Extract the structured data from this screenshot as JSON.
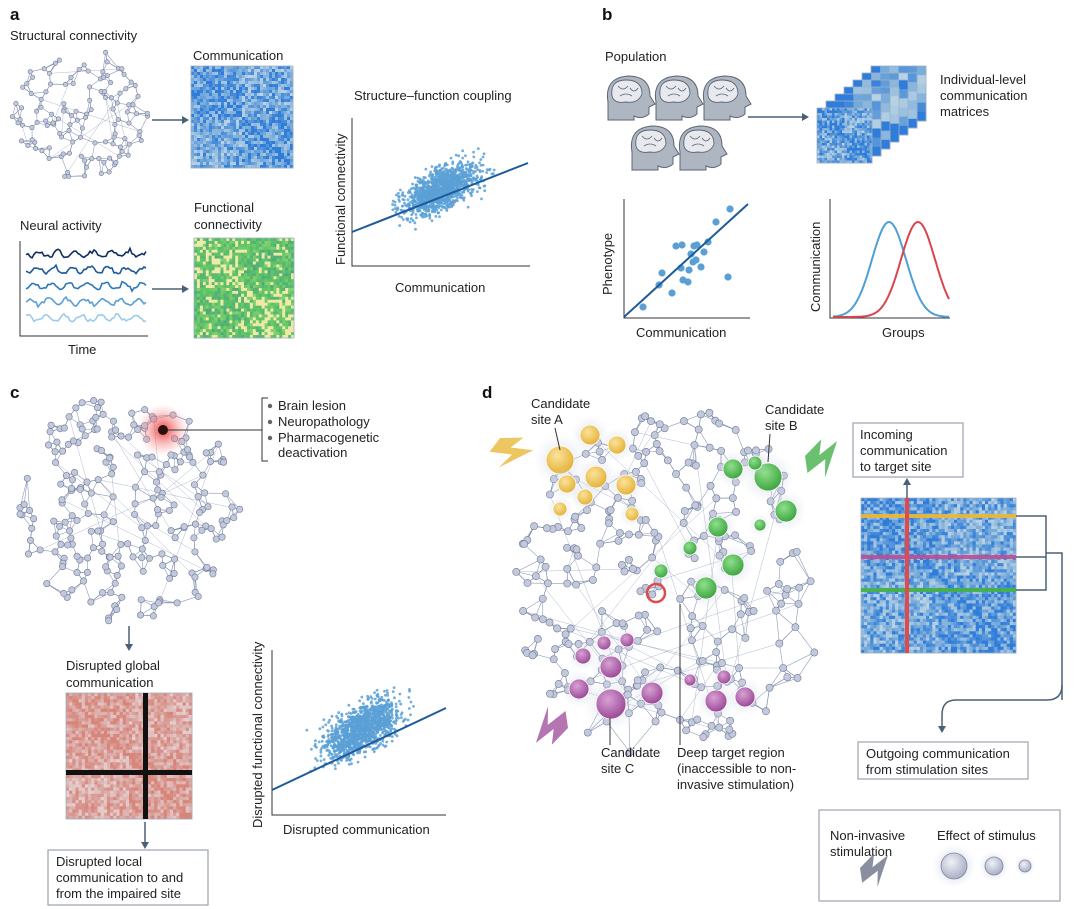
{
  "panels": {
    "a": {
      "label": "a",
      "structural_connectivity": "Structural connectivity",
      "communication": "Communication",
      "neural_activity": "Neural activity",
      "time": "Time",
      "functional_connectivity_line1": "Functional",
      "functional_connectivity_line2": "connectivity",
      "scatter_title": "Structure–function coupling",
      "scatter_xlabel": "Communication",
      "scatter_ylabel": "Functional connectivity"
    },
    "b": {
      "label": "b",
      "population": "Population",
      "individual_line1": "Individual-level",
      "individual_line2": "communication",
      "individual_line3": "matrices",
      "pheno_xlabel": "Communication",
      "pheno_ylabel": "Phenotype",
      "groups_xlabel": "Groups",
      "groups_ylabel": "Communication"
    },
    "c": {
      "label": "c",
      "legend_items": [
        "Brain lesion",
        "Neuropathology",
        "Pharmacogenetic",
        "deactivation"
      ],
      "global_line1": "Disrupted global",
      "global_line2": "communication",
      "local_line1": "Disrupted local",
      "local_line2": "communication to and",
      "local_line3": "from the impaired site",
      "scatter_xlabel": "Disrupted communication",
      "scatter_ylabel": "Disrupted functional connectivity"
    },
    "d": {
      "label": "d",
      "site_a_line1": "Candidate",
      "site_a_line2": "site A",
      "site_b_line1": "Candidate",
      "site_b_line2": "site B",
      "site_c_line1": "Candidate",
      "site_c_line2": "site C",
      "deep_line1": "Deep target region",
      "deep_line2": "(inaccessible to non-",
      "deep_line3": "invasive stimulation)",
      "incoming_line1": "Incoming",
      "incoming_line2": "communication",
      "incoming_line3": "to target site",
      "outgoing_line1": "Outgoing communication",
      "outgoing_line2": "from stimulation sites",
      "legend_stim_line1": "Non-invasive",
      "legend_stim_line2": "stimulation",
      "legend_effect": "Effect of stimulus"
    }
  },
  "colors": {
    "network_edge": "#7d8aa8",
    "network_node": "#c3c9dc",
    "blue_matrix": "#5b9ed3",
    "green_matrix": "#6fb890",
    "red_matrix": "#c98a8a",
    "scatter_point": "#5aa0d6",
    "fit_line": "#1f5b99",
    "site_a": "#e8b73a",
    "site_b": "#45b04a",
    "site_c": "#a3529e",
    "highlight_red": "#e04a4a"
  }
}
